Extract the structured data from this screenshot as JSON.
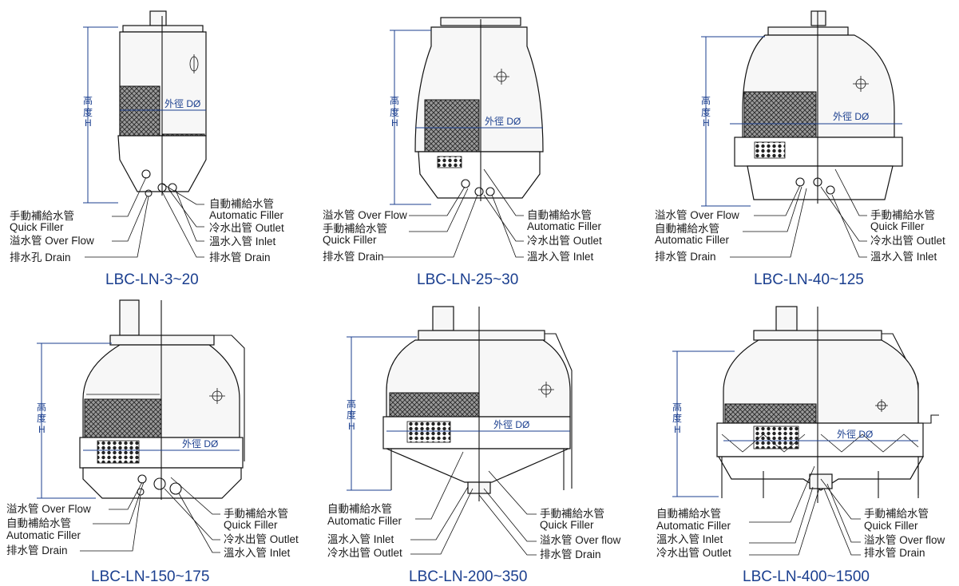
{
  "figure": {
    "dim_height": [
      "高",
      "度",
      "H"
    ],
    "dim_diameter": "外徑 DØ",
    "panels": [
      {
        "caption": "LBC-LN-3~20",
        "left_labels": [
          "手動補給水管",
          "Quick Filler",
          "溢水管 Over Flow",
          "排水孔 Drain"
        ],
        "right_labels": [
          "自動補給水管",
          "Automatic Filler",
          "冷水出管 Outlet",
          "溫水入管 Inlet",
          "排水管 Drain"
        ]
      },
      {
        "caption": "LBC-LN-25~30",
        "left_labels": [
          "溢水管 Over Flow",
          "手動補給水管",
          "Quick Filler",
          "排水管 Drain"
        ],
        "right_labels": [
          "自動補給水管",
          "Automatic Filler",
          "冷水出管 Outlet",
          "溫水入管 Inlet"
        ]
      },
      {
        "caption": "LBC-LN-40~125",
        "left_labels": [
          "溢水管 Over Flow",
          "自動補給水管",
          "Automatic Filler",
          "排水管 Drain"
        ],
        "right_labels": [
          "手動補給水管",
          "Quick Filler",
          "冷水出管 Outlet",
          "溫水入管 Inlet"
        ]
      },
      {
        "caption": "LBC-LN-150~175",
        "left_labels": [
          "溢水管 Over Flow",
          "自動補給水管",
          "Automatic Filler",
          "排水管 Drain"
        ],
        "right_labels": [
          "手動補給水管",
          "Quick Filler",
          "冷水出管 Outlet",
          "溫水入管 Inlet"
        ]
      },
      {
        "caption": "LBC-LN-200~350",
        "left_labels": [
          "自動補給水管",
          "Automatic Filler",
          "溫水入管 Inlet",
          "冷水出管 Outlet"
        ],
        "right_labels": [
          "手動補給水管",
          "Quick Filler",
          "溢水管 Over flow",
          "排水管 Drain"
        ]
      },
      {
        "caption": "LBC-LN-400~1500",
        "left_labels": [
          "自動補給水管",
          "Automatic Filler",
          "溫水入管 Inlet",
          "冷水出管 Outlet"
        ],
        "right_labels": [
          "手動補給水管",
          "Quick Filler",
          "溢水管 Over flow",
          "排水管 Drain"
        ]
      }
    ]
  }
}
